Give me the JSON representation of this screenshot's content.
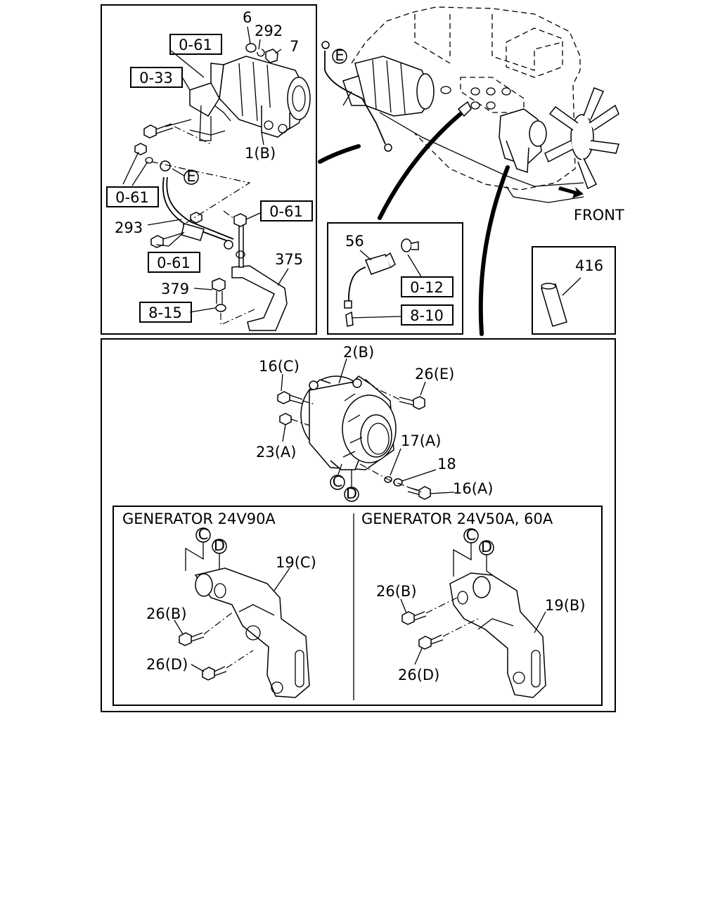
{
  "starter_panel": {
    "part_labels": [
      "6",
      "292",
      "7",
      "1(B)",
      "293",
      "375",
      "379"
    ],
    "ref_boxes": [
      "0-61",
      "0-33",
      "0-61",
      "0-61",
      "0-61",
      "8-15"
    ],
    "callout_e": "E"
  },
  "engine_view": {
    "callout_e": "E",
    "front_label": "FRONT"
  },
  "sensor_panel": {
    "part_labels": [
      "56"
    ],
    "ref_boxes": [
      "0-12",
      "8-10"
    ]
  },
  "sleeve_panel": {
    "part_labels": [
      "416"
    ]
  },
  "generator_panel": {
    "part_labels": [
      "16(C)",
      "2(B)",
      "26(E)",
      "23(A)",
      "17(A)",
      "18",
      "16(A)"
    ],
    "callouts": [
      "C",
      "D"
    ]
  },
  "sub_left": {
    "title": "GENERATOR 24V90A",
    "part_labels": [
      "19(C)",
      "26(B)",
      "26(D)"
    ],
    "callouts": [
      "C",
      "D"
    ]
  },
  "sub_right": {
    "title": "GENERATOR 24V50A, 60A",
    "part_labels": [
      "26(B)",
      "19(B)",
      "26(D)"
    ],
    "callouts": [
      "C",
      "D"
    ]
  }
}
